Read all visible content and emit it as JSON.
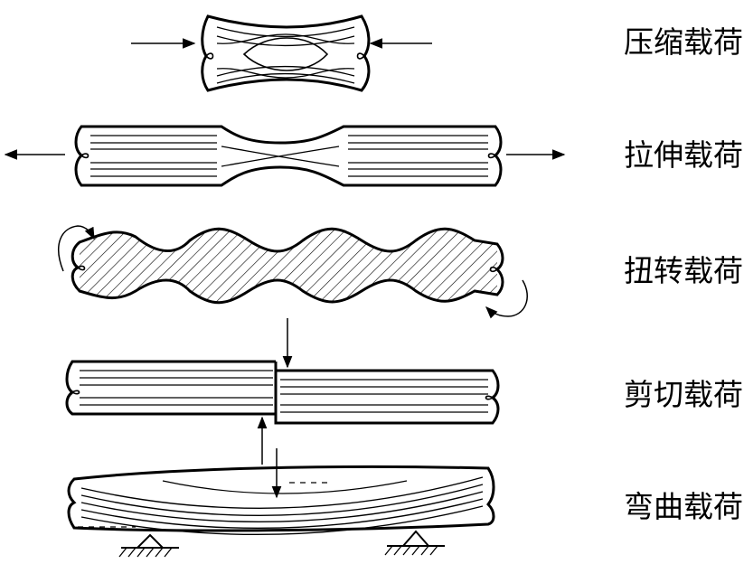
{
  "labels": {
    "compression": "压缩载荷",
    "tension": "拉伸载荷",
    "torsion": "扭转载荷",
    "shear": "剪切载荷",
    "bending": "弯曲载荷"
  },
  "colors": {
    "ink": "#000000",
    "background": "#ffffff"
  }
}
